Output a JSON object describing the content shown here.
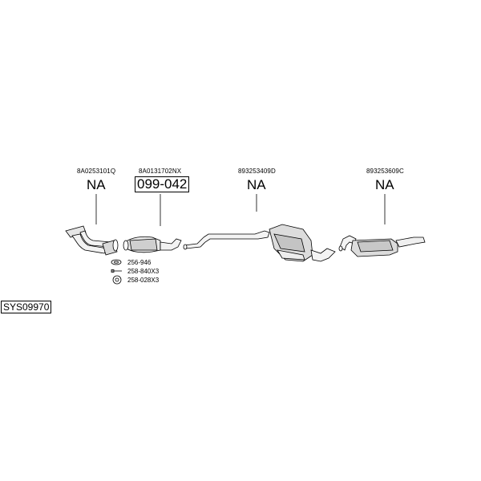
{
  "parts": [
    {
      "oe_number": "8A0253101Q",
      "code": "NA"
    },
    {
      "oe_number": "8A0131702NX",
      "code": "099-042"
    },
    {
      "oe_number": "893253409D",
      "code": "NA"
    },
    {
      "oe_number": "893253609C",
      "code": "NA"
    }
  ],
  "accessories": [
    {
      "code": "256-946",
      "icon": "gasket-icon"
    },
    {
      "code": "258-840X3",
      "icon": "bolt-icon"
    },
    {
      "code": "258-028X3",
      "icon": "nut-icon"
    }
  ],
  "system_code": "SYS09970"
}
